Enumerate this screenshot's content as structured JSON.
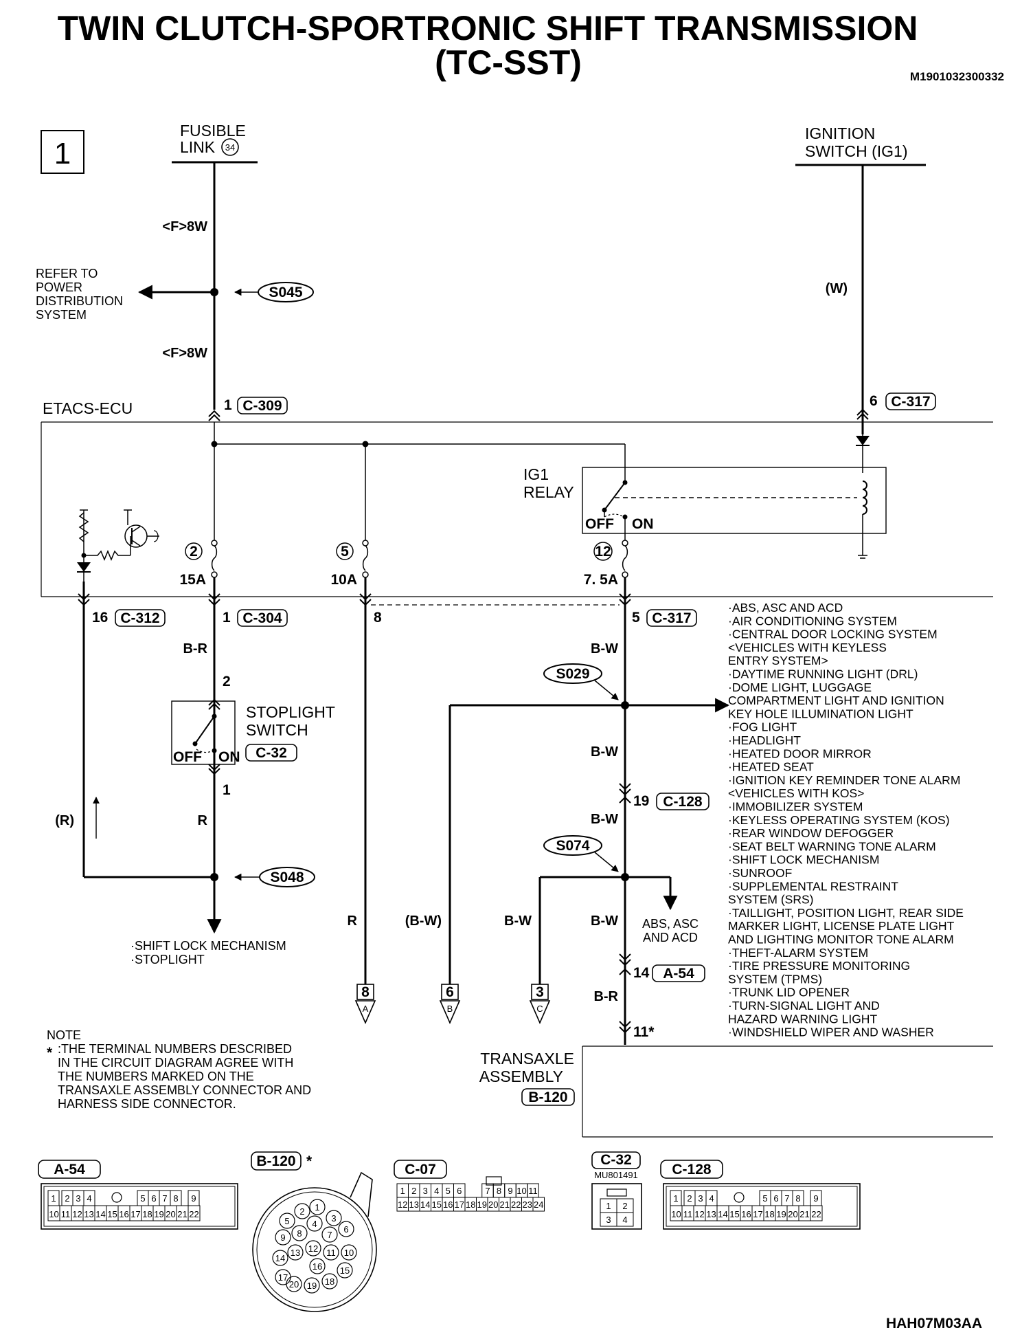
{
  "title_line1": "TWIN CLUTCH-SPORTRONIC SHIFT TRANSMISSION",
  "title_line2": "(TC-SST)",
  "doc_code": "M1901032300332",
  "figure_code": "HAH07M03AA",
  "page_number": "1",
  "fusible_link": {
    "line1": "FUSIBLE",
    "line2": "LINK",
    "number": "34"
  },
  "ignition_switch": {
    "line1": "IGNITION",
    "line2": "SWITCH (IG1)"
  },
  "refer_to": [
    "REFER TO",
    "POWER",
    "DISTRIBUTION",
    "SYSTEM"
  ],
  "wires": {
    "f8w_a": "<F>8W",
    "f8w_b": "<F>8W",
    "w": "(W)",
    "br_1": "B-R",
    "r_1": "R",
    "r_paren": "(R)",
    "r_2": "R",
    "bw_paren": "(B-W)",
    "bw_1": "B-W",
    "bw_2": "B-W",
    "bw_3": "B-W",
    "bw_4": "B-W",
    "bw_5": "B-W",
    "br_2": "B-R"
  },
  "splices": {
    "s045": "S045",
    "s029": "S029",
    "s074": "S074",
    "s048": "S048"
  },
  "etacs_label": "ETACS-ECU",
  "ig1_relay": {
    "line1": "IG1",
    "line2": "RELAY",
    "off": "OFF",
    "on": "ON"
  },
  "fuses": [
    {
      "num": "2",
      "amp": "15A"
    },
    {
      "num": "5",
      "amp": "10A"
    },
    {
      "num": "12",
      "amp": "7. 5A"
    }
  ],
  "connector_refs": {
    "c309": "C-309",
    "c317_top": "C-317",
    "c312": "C-312",
    "c304": "C-304",
    "c317_bot": "C-317",
    "c32": "C-32",
    "c128": "C-128",
    "a54": "A-54",
    "b120": "B-120"
  },
  "terminals": {
    "t1_c309": "1",
    "t6_c317": "6",
    "t16": "16",
    "t1_c304": "1",
    "t8": "8",
    "t5_c317": "5",
    "t2_sw": "2",
    "t1_sw": "1",
    "t19": "19",
    "t14": "14",
    "t11": "11*"
  },
  "stoplight_switch": {
    "line1": "STOPLIGHT",
    "line2": "SWITCH",
    "off": "OFF",
    "on": "ON"
  },
  "shift_lock_targets": [
    "·SHIFT LOCK MECHANISM",
    "·STOPLIGHT"
  ],
  "abs_branch": [
    "ABS, ASC",
    "AND ACD"
  ],
  "system_list": [
    "·ABS, ASC AND ACD",
    "·AIR CONDITIONING SYSTEM",
    "·CENTRAL DOOR LOCKING SYSTEM",
    " <VEHICLES WITH KEYLESS",
    " ENTRY SYSTEM>",
    "·DAYTIME RUNNING LIGHT (DRL)",
    "·DOME LIGHT, LUGGAGE",
    " COMPARTMENT LIGHT AND IGNITION",
    " KEY HOLE ILLUMINATION LIGHT",
    "·FOG LIGHT",
    "·HEADLIGHT",
    "·HEATED DOOR MIRROR",
    "·HEATED SEAT",
    "·IGNITION KEY REMINDER TONE ALARM",
    " <VEHICLES WITH KOS>",
    "·IMMOBILIZER SYSTEM",
    "·KEYLESS OPERATING SYSTEM (KOS)",
    "·REAR WINDOW DEFOGGER",
    "·SEAT BELT WARNING TONE ALARM",
    "·SHIFT LOCK MECHANISM",
    "·SUNROOF",
    "·SUPPLEMENTAL RESTRAINT",
    " SYSTEM (SRS)",
    "·TAILLIGHT, POSITION LIGHT, REAR SIDE",
    " MARKER LIGHT, LICENSE PLATE LIGHT",
    " AND LIGHTING MONITOR TONE ALARM",
    "·THEFT-ALARM SYSTEM",
    "·TIRE PRESSURE MONITORING",
    " SYSTEM (TPMS)",
    "·TRUNK LID OPENER",
    "·TURN-SIGNAL LIGHT AND",
    " HAZARD WARNING LIGHT",
    "·WINDSHIELD WIPER AND WASHER"
  ],
  "outputs": [
    {
      "num": "8",
      "letter": "A"
    },
    {
      "num": "6",
      "letter": "B"
    },
    {
      "num": "3",
      "letter": "C"
    }
  ],
  "note": {
    "title": "NOTE",
    "star": "*",
    "lines": [
      ":THE TERMINAL NUMBERS DESCRIBED",
      " IN THE CIRCUIT DIAGRAM AGREE WITH",
      " THE NUMBERS MARKED ON THE",
      " TRANSAXLE ASSEMBLY CONNECTOR AND",
      " HARNESS SIDE CONNECTOR."
    ]
  },
  "transaxle": {
    "line1": "TRANSAXLE",
    "line2": "ASSEMBLY"
  },
  "connector_views": {
    "a54": {
      "label": "A-54",
      "top": [
        "1",
        "2",
        "3",
        "4",
        "5",
        "6",
        "7",
        "8",
        "9"
      ],
      "bottom": [
        "10",
        "11",
        "12",
        "13",
        "14",
        "15",
        "16",
        "17",
        "18",
        "19",
        "20",
        "21",
        "22"
      ]
    },
    "b120": {
      "label": "B-120",
      "star": "*",
      "pins": [
        "1",
        "2",
        "3",
        "4",
        "5",
        "6",
        "7",
        "8",
        "9",
        "10",
        "11",
        "12",
        "13",
        "14",
        "15",
        "16",
        "17",
        "18",
        "19",
        "20"
      ]
    },
    "c07": {
      "label": "C-07",
      "top": [
        "1",
        "2",
        "3",
        "4",
        "5",
        "6",
        "7",
        "8",
        "9",
        "10",
        "11"
      ],
      "bottom": [
        "12",
        "13",
        "14",
        "15",
        "16",
        "17",
        "18",
        "19",
        "20",
        "21",
        "22",
        "23",
        "24"
      ]
    },
    "c32": {
      "label": "C-32",
      "part": "MU801491",
      "pins": [
        "1",
        "2",
        "3",
        "4"
      ]
    },
    "c128": {
      "label": "C-128",
      "top": [
        "1",
        "2",
        "3",
        "4",
        "5",
        "6",
        "7",
        "8",
        "9"
      ],
      "bottom": [
        "10",
        "11",
        "12",
        "13",
        "14",
        "15",
        "16",
        "17",
        "18",
        "19",
        "20",
        "21",
        "22"
      ]
    }
  }
}
